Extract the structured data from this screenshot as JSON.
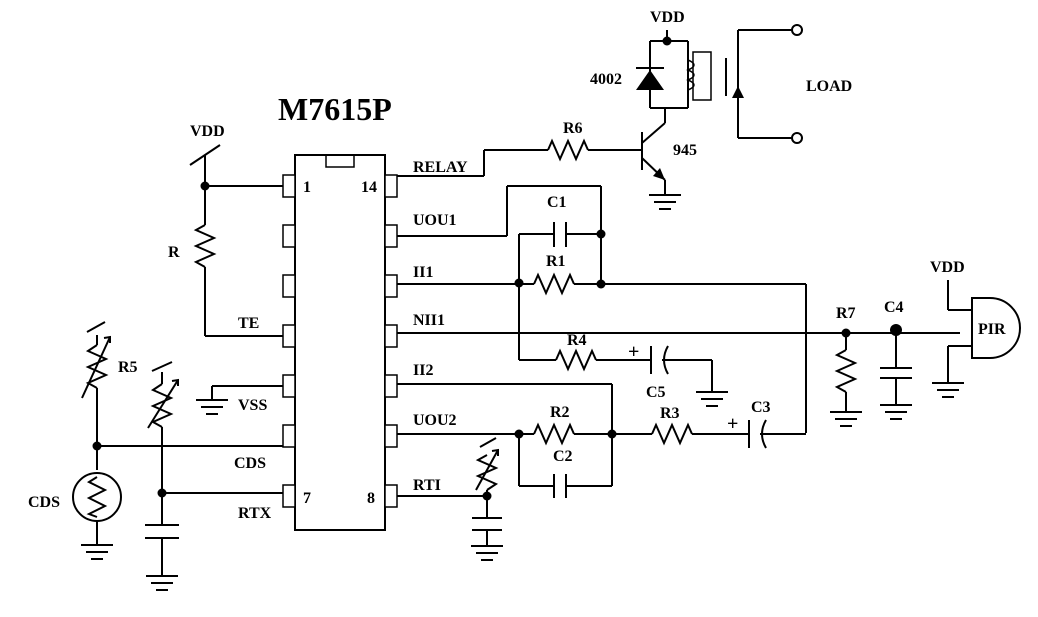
{
  "chip": {
    "name": "M7615P",
    "pin_1": "1",
    "pin_14": "14",
    "pin_7": "7",
    "pin_8": "8",
    "left_labels": {
      "te": "TE",
      "vss": "VSS",
      "cds": "CDS",
      "rtx": "RTX"
    },
    "right_labels": {
      "relay": "RELAY",
      "uou1": "UOU1",
      "ii1": "II1",
      "nii1": "NII1",
      "ii2": "II2",
      "uou2": "UOU2",
      "rti": "RTI"
    }
  },
  "power": {
    "vdd_left": "VDD",
    "vdd_top": "VDD",
    "vdd_pir": "VDD"
  },
  "components": {
    "r": "R",
    "r1": "R1",
    "r2": "R2",
    "r3": "R3",
    "r4": "R4",
    "r5": "R5",
    "r6": "R6",
    "r7": "R7",
    "c1": "C1",
    "c2": "C2",
    "c3": "C3",
    "c4": "C4",
    "c5": "C5",
    "diode": "4002",
    "transistor": "945",
    "load": "LOAD",
    "pir": "PIR",
    "cds": "CDS",
    "plus_c5": "+",
    "plus_c3": "+"
  }
}
